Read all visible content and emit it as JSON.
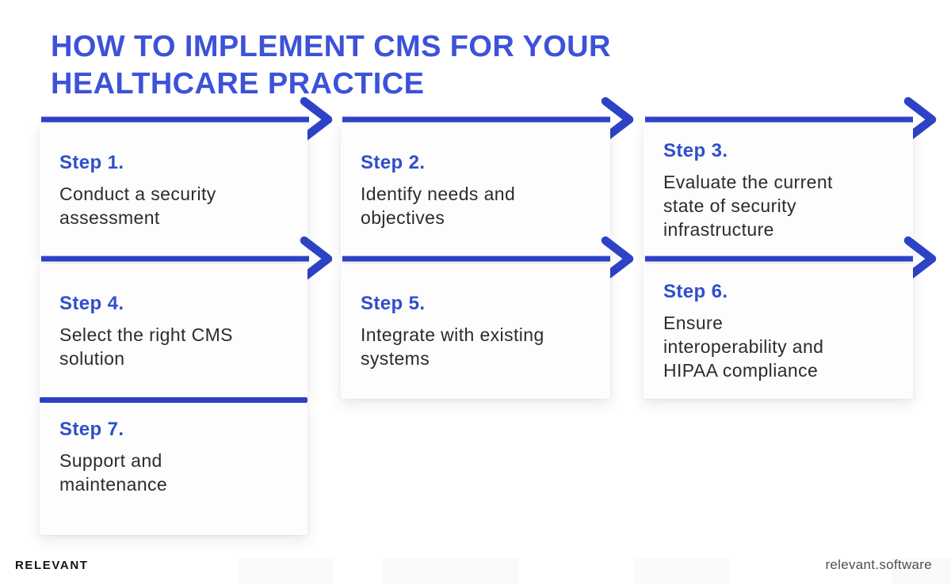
{
  "colors": {
    "title": "#3C52D9",
    "accent": "#2E42C6",
    "label": "#2F4ECC",
    "text": "#2B2B31",
    "card_bg": "#FDFDFE",
    "footer_brand": "#141414",
    "footer_site": "#4F4F4F"
  },
  "header": {
    "title": "HOW TO IMPLEMENT CMS FOR YOUR\nHEALTHCARE PRACTICE"
  },
  "steps": [
    {
      "label": "Step 1.",
      "text": "Conduct a security\nassessment"
    },
    {
      "label": "Step 2.",
      "text": "Identify needs and\nobjectives"
    },
    {
      "label": "Step 3.",
      "text": "Evaluate the current\nstate of security\ninfrastructure"
    },
    {
      "label": "Step 4.",
      "text": "Select the right CMS\nsolution"
    },
    {
      "label": "Step 5.",
      "text": "Integrate with existing\nsystems"
    },
    {
      "label": "Step 6.",
      "text": "Ensure\ninteroperability and\nHIPAA compliance"
    },
    {
      "label": "Step 7.",
      "text": "Support and\nmaintenance"
    }
  ],
  "footer": {
    "brand": "RELEVANT",
    "site": "relevant.software"
  }
}
